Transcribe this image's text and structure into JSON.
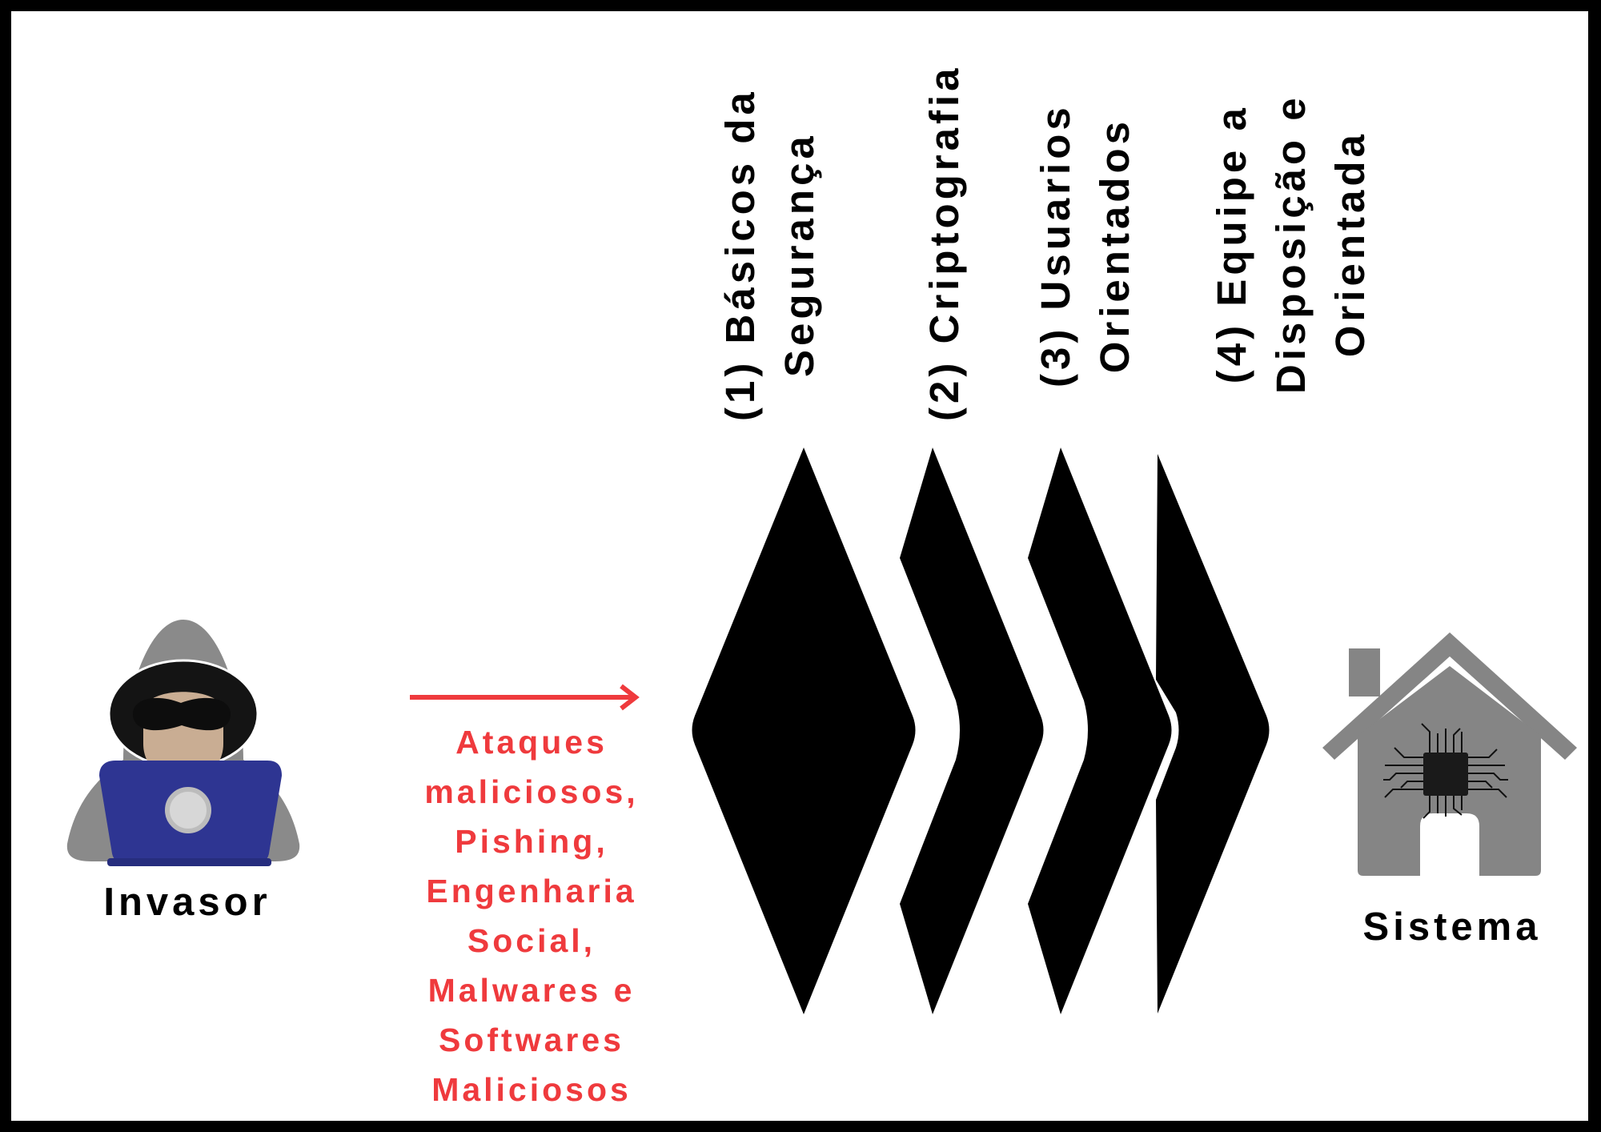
{
  "attacker": {
    "label": "Invasor"
  },
  "system": {
    "label": "Sistema"
  },
  "attack": {
    "lines": [
      "Ataques",
      "maliciosos,",
      "Pishing,",
      "Engenharia",
      "Social,",
      "Malwares e",
      "Softwares",
      "Maliciosos"
    ]
  },
  "layers": [
    {
      "lines": [
        "(1) Básicos da",
        "Segurança"
      ]
    },
    {
      "lines": [
        "(2) Criptografia"
      ]
    },
    {
      "lines": [
        "(3) Usuarios",
        "Orientados"
      ]
    },
    {
      "lines": [
        "(4) Equipe a",
        "Disposição e",
        "Orientada"
      ]
    }
  ],
  "colors": {
    "attack": "#ef3a3d",
    "laptop": "#2e3592",
    "house": "#858585",
    "hood": "#8a8a8a",
    "barrier": "#000000"
  }
}
